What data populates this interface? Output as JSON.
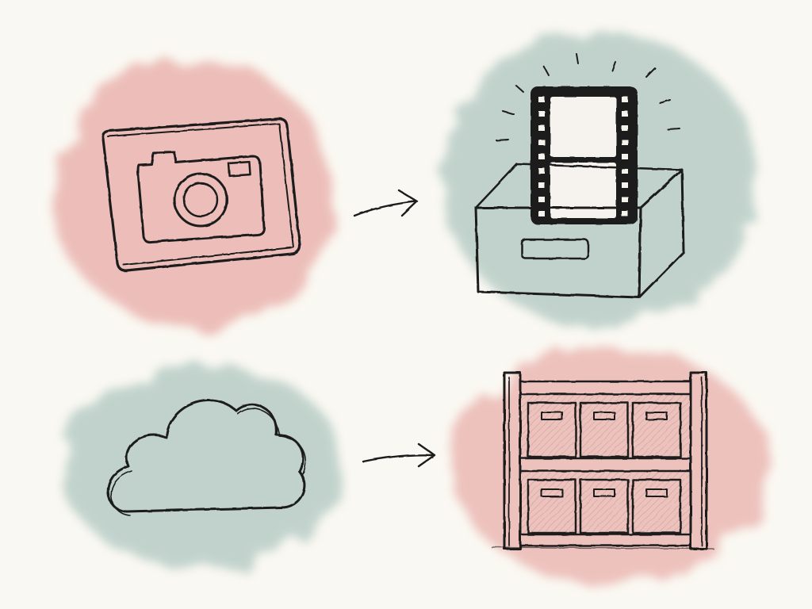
{
  "palette": {
    "paper": "#faf8f2",
    "ink": "#1f1f1f",
    "rose_wash": "#e8aaa6",
    "sage_wash": "#b3c9c3",
    "paper_fill": "#f6f3ee"
  },
  "nodes": [
    {
      "id": "photo-card",
      "icon": "camera-icon",
      "wash": "rose"
    },
    {
      "id": "film-box",
      "icon": "film-in-box-icon",
      "wash": "sage"
    },
    {
      "id": "cloud",
      "icon": "cloud-icon",
      "wash": "sage"
    },
    {
      "id": "storage-shelf",
      "icon": "shelf-with-boxes-icon",
      "wash": "rose"
    }
  ],
  "edges": [
    {
      "from": "photo-card",
      "to": "film-box"
    },
    {
      "from": "cloud",
      "to": "storage-shelf"
    }
  ]
}
